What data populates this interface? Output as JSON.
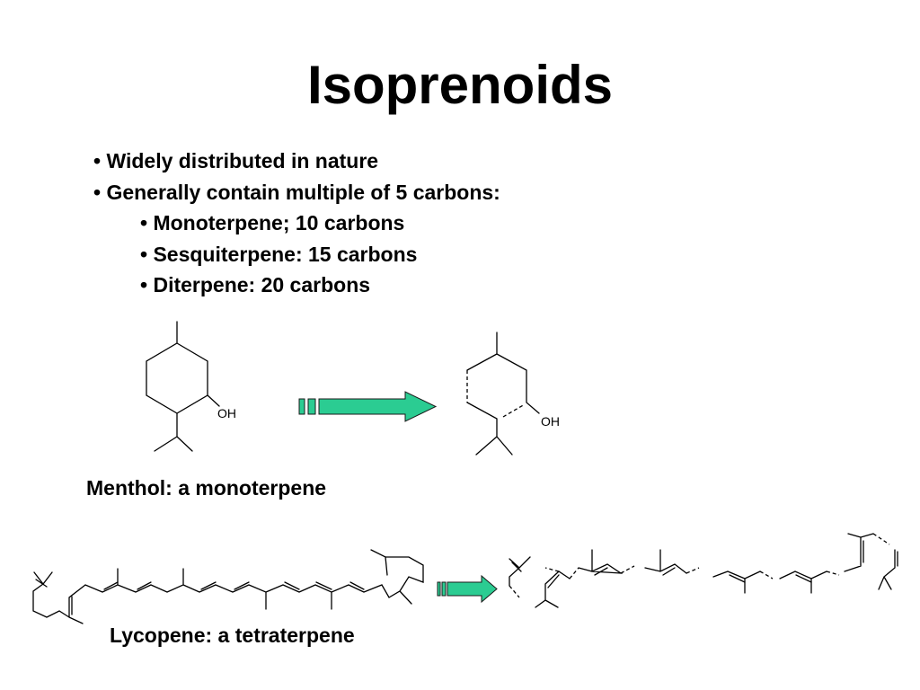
{
  "slide": {
    "title": "Isoprenoids",
    "bullets": [
      "Widely distributed in nature",
      "Generally contain multiple of 5 carbons:",
      "Monoterpene; 10 carbons",
      "Sesquiterpene: 15 carbons",
      "Diterpene: 20 carbons"
    ],
    "menthol_caption": "Menthol: a monoterpene",
    "lycopene_caption": "Lycopene: a tetraterpene",
    "oh_label": "OH"
  },
  "colors": {
    "arrow_fill": "#2bcc92",
    "arrow_stroke": "#1a1a1a"
  },
  "icons": [
    "green-arrow-icon"
  ]
}
